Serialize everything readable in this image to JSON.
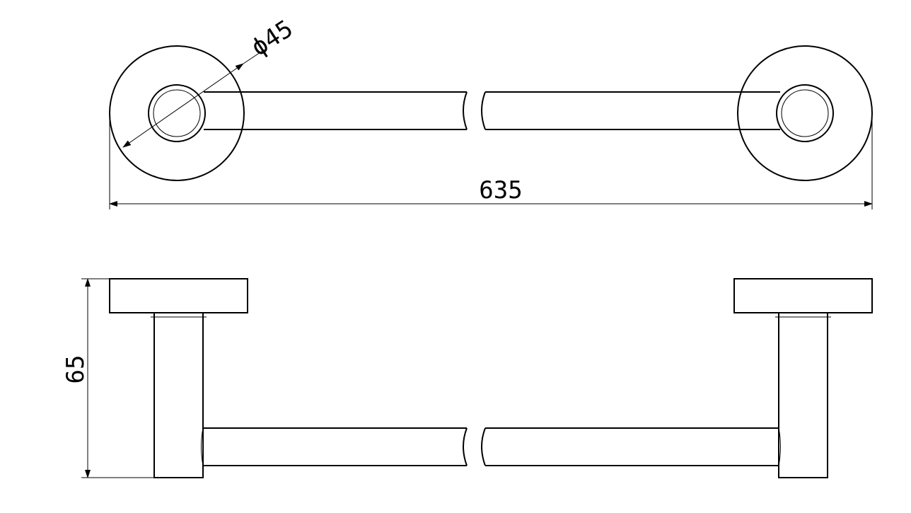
{
  "drawing": {
    "dimensions": {
      "flange_diameter": "ϕ45",
      "overall_length": "635",
      "projection": "65"
    }
  }
}
